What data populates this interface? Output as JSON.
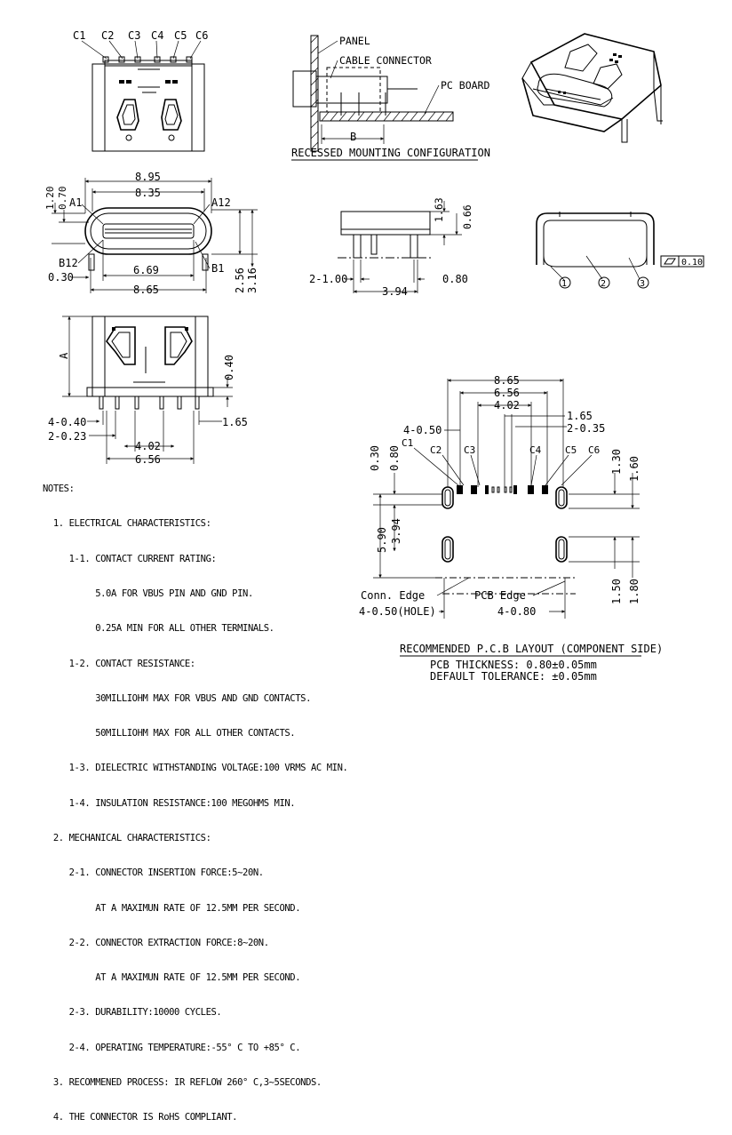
{
  "top_pins": [
    "C1",
    "C2",
    "C3",
    "C4",
    "C5",
    "C6"
  ],
  "recessed": {
    "panel": "PANEL",
    "cable_connector": "CABLE CONNECTOR",
    "pc_board": "PC BOARD",
    "b_label": "B",
    "title": "RECESSED MOUNTING CONFIGURATION"
  },
  "front_view": {
    "d_8_95": "8.95",
    "d_8_35": "8.35",
    "d_1_20": "1.20",
    "d_0_70": "0.70",
    "a1": "A1",
    "a12": "A12",
    "b12": "B12",
    "b1": "B1",
    "d_0_30": "0.30",
    "d_6_69": "6.69",
    "d_8_65": "8.65",
    "d_2_56": "2.56",
    "d_3_16": "3.16"
  },
  "side_view": {
    "d_1_63": "1.63",
    "d_0_66": "0.66",
    "d_2_1_00": "2-1.00",
    "d_3_94": "3.94",
    "d_0_80": "0.80"
  },
  "shell_view": {
    "markers": [
      "1",
      "2",
      "3"
    ],
    "flatness_value": "0.10"
  },
  "bottom_view": {
    "a_label": "A",
    "d_0_40": "0.40",
    "d_4_0_40": "4-0.40",
    "d_2_0_23": "2-0.23",
    "d_1_65": "1.65",
    "d_4_02": "4.02",
    "d_6_56": "6.56"
  },
  "pcb_layout": {
    "d_8_65": "8.65",
    "d_6_56": "6.56",
    "d_4_02": "4.02",
    "d_1_65": "1.65",
    "d_2_0_35": "2-0.35",
    "d_4_0_50": "4-0.50",
    "pins": [
      "C1",
      "C2",
      "C3",
      "C4",
      "C5",
      "C6"
    ],
    "d_0_30": "0.30",
    "d_0_80": "0.80",
    "d_1_30": "1.30",
    "d_1_60": "1.60",
    "d_5_90": "5.90",
    "d_3_94": "3.94",
    "d_1_50": "1.50",
    "d_1_80": "1.80",
    "conn_edge": "Conn. Edge",
    "pcb_edge": "PCB Edge",
    "hole": "4-0.50(HOLE)",
    "d_4_0_80": "4-0.80",
    "title": "RECOMMENDED P.C.B LAYOUT (COMPONENT SIDE)",
    "thickness": "PCB THICKNESS: 0.80±0.05mm",
    "tolerance": "DEFAULT TOLERANCE: ±0.05mm"
  },
  "notes": [
    "NOTES:",
    "  1. ELECTRICAL CHARACTERISTICS:",
    "     1-1. CONTACT CURRENT RATING:",
    "          5.0A FOR VBUS PIN AND GND PIN.",
    "          0.25A MIN FOR ALL OTHER TERMINALS.",
    "     1-2. CONTACT RESISTANCE:",
    "          30MILLIOHM MAX FOR VBUS AND GND CONTACTS.",
    "          50MILLIOHM MAX FOR ALL OTHER CONTACTS.",
    "     1-3. DIELECTRIC WITHSTANDING VOLTAGE:100 VRMS AC MIN.",
    "     1-4. INSULATION RESISTANCE:100 MEGOHMS MIN.",
    "  2. MECHANICAL CHARACTERISTICS:",
    "     2-1. CONNECTOR INSERTION FORCE:5~20N.",
    "          AT A MAXIMUN RATE OF 12.5MM PER SECOND.",
    "     2-2. CONNECTOR EXTRACTION FORCE:8~20N.",
    "          AT A MAXIMUN RATE OF 12.5MM PER SECOND.",
    "     2-3. DURABILITY:10000 CYCLES.",
    "     2-4. OPERATING TEMPERATURE:-55° C TO +85° C.",
    "  3. RECOMMENED PROCESS: IR REFLOW 260° C,3~5SECONDS.",
    "  4. THE CONNECTOR IS RoHS COMPLIANT."
  ]
}
